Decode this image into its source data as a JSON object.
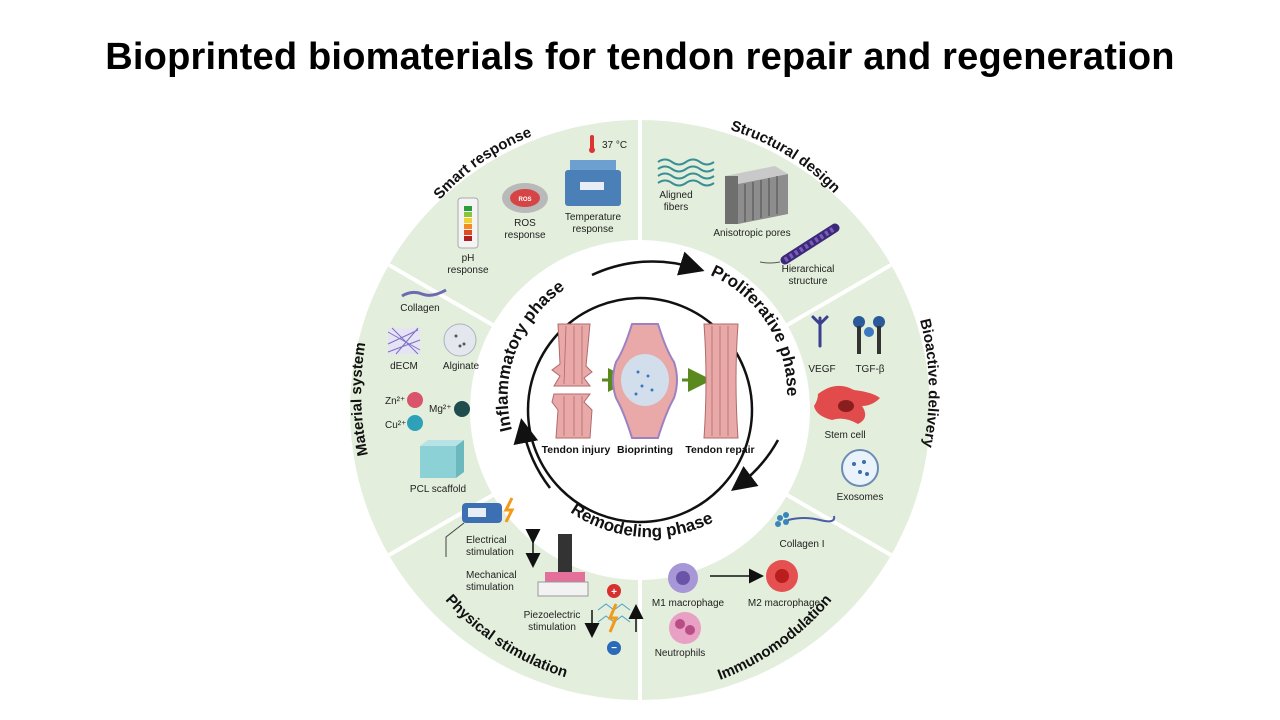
{
  "title": "Bioprinted biomaterials for tendon repair and regeneration",
  "sections": {
    "smart_response": "Smart response",
    "structural_design": "Structural design",
    "bioactive_delivery": "Bioactive delivery",
    "immunomodulation": "Immunomodulation",
    "physical_stimulation": "Physical stimulation",
    "material_system": "Material system"
  },
  "phases": {
    "inflammatory": "Inflammatory phase",
    "proliferative": "Proliferative phase",
    "remodeling": "Remodeling phase"
  },
  "center": {
    "injury": "Tendon injury",
    "bioprinting": "Bioprinting",
    "repair": "Tendon repair"
  },
  "items": {
    "temp_value": "37 °C",
    "ros_badge": "ROS",
    "ros_l1": "ROS",
    "ros_l2": "response",
    "temp_l1": "Temperature",
    "temp_l2": "response",
    "ph_l1": "pH",
    "ph_l2": "response",
    "aligned_l1": "Aligned",
    "aligned_l2": "fibers",
    "aniso": "Anisotropic pores",
    "hier_l1": "Hierarchical",
    "hier_l2": "structure",
    "vegf": "VEGF",
    "tgf": "TGF-β",
    "stem": "Stem cell",
    "exo": "Exosomes",
    "collagen1": "Collagen I",
    "m1": "M1 macrophage",
    "m2": "M2 macrophage",
    "neutro": "Neutrophils",
    "elec_l1": "Electrical",
    "elec_l2": "stimulation",
    "mech_l1": "Mechanical",
    "mech_l2": "stimulation",
    "piezo_l1": "Piezoelectric",
    "piezo_l2": "stimulation",
    "collagen": "Collagen",
    "decm": "dECM",
    "alginate": "Alginate",
    "zn": "Zn²⁺",
    "mg": "Mg²⁺",
    "cu": "Cu²⁺",
    "pcl": "PCL scaffold"
  },
  "colors": {
    "ring": "#e3eedc",
    "divider": "#ffffff",
    "tendon": "#e8a9a8",
    "arrow_green": "#5a8a1e"
  }
}
